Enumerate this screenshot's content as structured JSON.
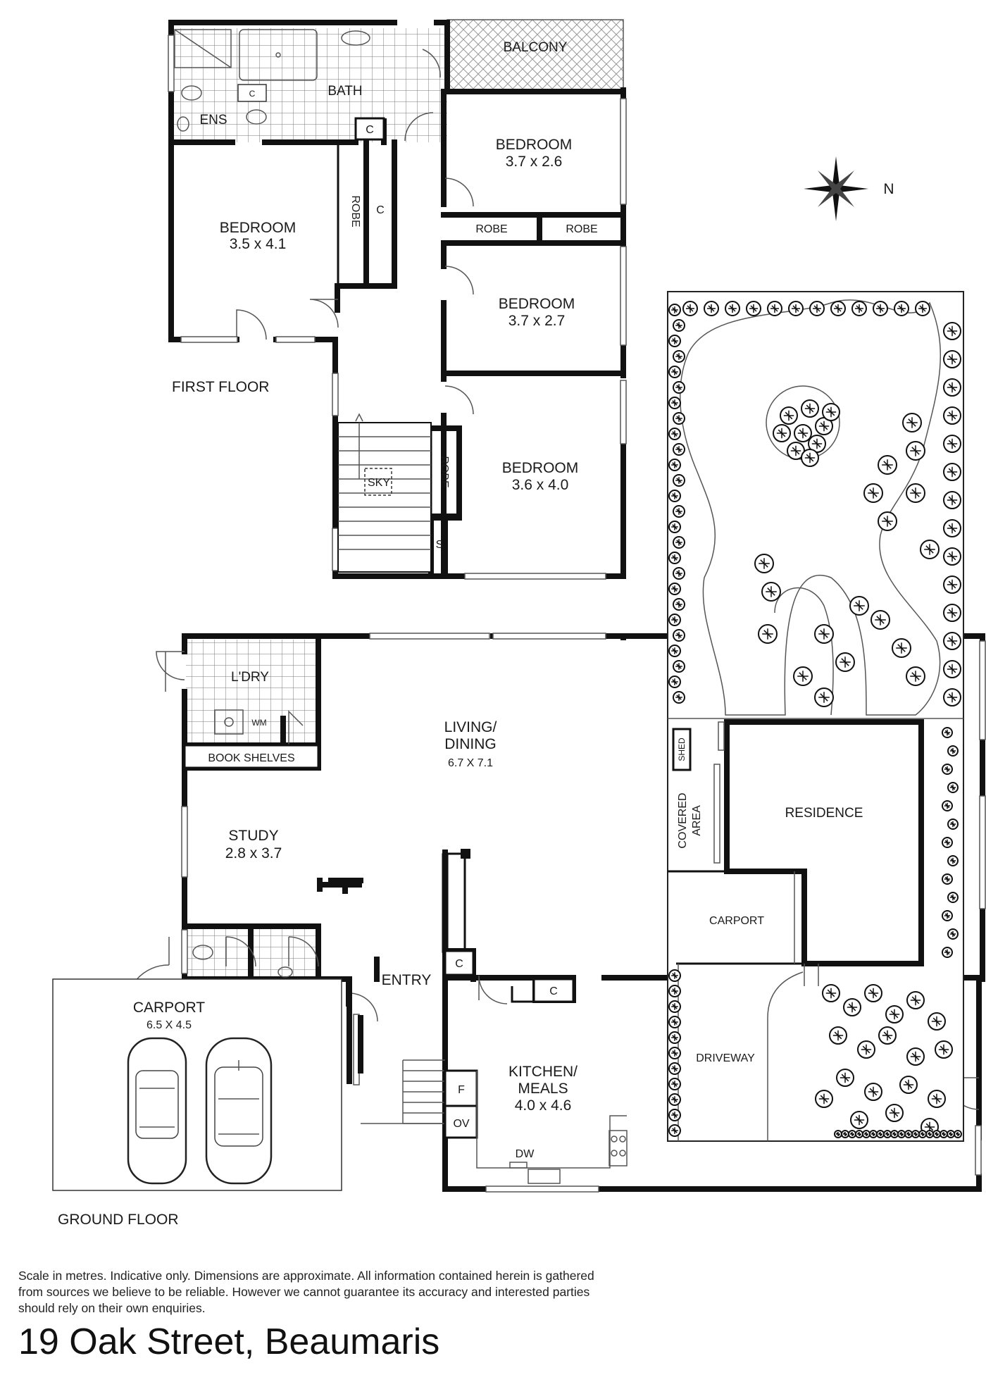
{
  "floors": {
    "first": "FIRST FLOOR",
    "ground": "GROUND FLOOR"
  },
  "first_floor": {
    "balcony": "BALCONY",
    "bath": "BATH",
    "ens": "ENS",
    "c": "C",
    "robe": "ROBE",
    "sky": "SKY",
    "s": "S",
    "bedroom_label": "BEDROOM",
    "bedroom_nw_dim": "3.5 x 4.1",
    "bedroom_ne_dim": "3.7 x 2.6",
    "bedroom_mid_dim": "3.7 x 2.7",
    "bedroom_se_dim": "3.6 x 4.0"
  },
  "ground_floor": {
    "laundry": "L'DRY",
    "wm": "WM",
    "book_shelves": "BOOK SHELVES",
    "living_line1": "LIVING/",
    "living_line2": "DINING",
    "living_dim": "6.7 X 7.1",
    "study": "STUDY",
    "study_dim": "2.8 x 3.7",
    "entry": "ENTRY",
    "c": "C",
    "carport": "CARPORT",
    "carport_dim": "6.5 X 4.5",
    "kitchen_line1": "KITCHEN/",
    "kitchen_line2": "MEALS",
    "kitchen_dim": "4.0 x 4.6",
    "f": "F",
    "ov": "OV",
    "dw": "DW"
  },
  "site": {
    "north": "N",
    "shed": "SHED",
    "covered_line1": "COVERED",
    "covered_line2": "AREA",
    "residence": "RESIDENCE",
    "carport": "CARPORT",
    "driveway": "DRIVEWAY"
  },
  "disclaimer": "Scale in metres. Indicative only. Dimensions are approximate. All information contained herein is gathered from sources we believe to be reliable. However we cannot guarantee its accuracy and interested parties should rely on their own enquiries.",
  "address": "19 Oak Street, Beaumaris"
}
